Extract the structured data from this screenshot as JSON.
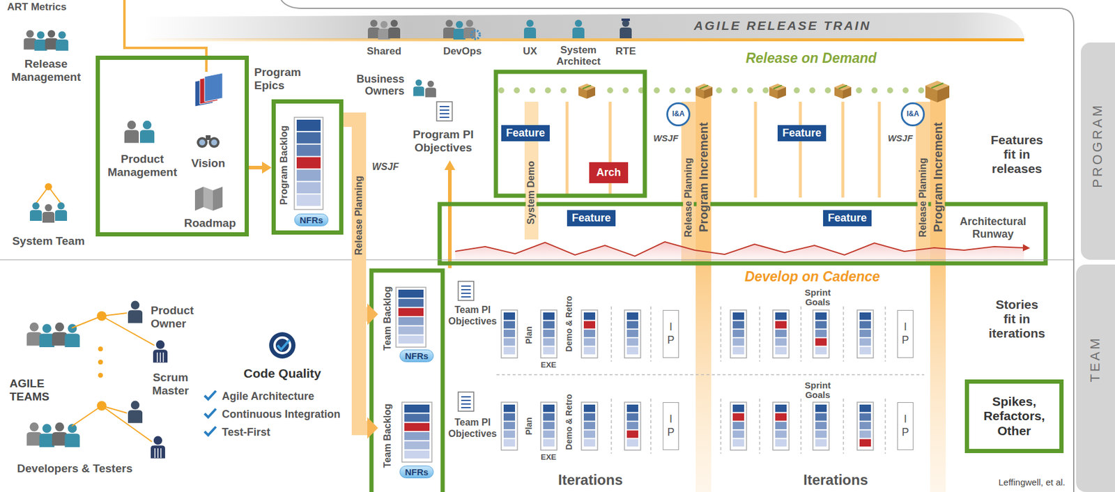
{
  "diagram": {
    "nodes": [
      {
        "text": [
          "Product Management",
          "Vision",
          "Roadmap"
        ]
      },
      {
        "text": [
          "Program Backlog"
        ]
      },
      {
        "text": [
          "NFRs"
        ],
        "in": 1
      },
      {
        "text": [
          "Feature"
        ]
      },
      {
        "text": [
          "Arch"
        ]
      },
      {
        "text": [
          "I&A"
        ]
      },
      {
        "text": [
          "Feature"
        ]
      },
      {
        "text": [
          "I&A"
        ]
      },
      {
        "text": [
          "PROGRAM"
        ]
      },
      {
        "text": [
          "Feature"
        ]
      },
      {
        "text": [
          "Feature"
        ]
      },
      {
        "text": [
          "TEAM"
        ]
      },
      {
        "text": [
          "Team Backlog"
        ]
      },
      {
        "text": [
          "NFRs"
        ],
        "in": 12
      },
      {
        "text": [
          "IP"
        ]
      },
      {
        "text": [
          "IP"
        ]
      },
      {
        "text": [
          "Spikes, Refactors, Other"
        ]
      },
      {
        "text": [
          "Team Backlog"
        ]
      },
      {
        "text": [
          "NFRs"
        ],
        "in": 17
      },
      {
        "text": [
          "IP"
        ]
      },
      {
        "text": [
          "IP"
        ]
      }
    ],
    "edges": [
      {
        "from": 0,
        "to": 1,
        "arrow": "to"
      },
      {
        "from": 1,
        "to": 12,
        "label": "Release Planning",
        "arrow": "to"
      },
      {
        "from": 1,
        "to": 17,
        "arrow": "to"
      }
    ],
    "labels": [
      "ART Metrics",
      "AGILE RELEASE TRAIN",
      "Shared",
      "DevOps",
      "UX",
      "System Architect",
      "RTE",
      "Release Management",
      "Program Epics",
      "Business Owners",
      "Release on Demand",
      "Program PI Objectives",
      "WSJF",
      "WSJF",
      "WSJF",
      "Features fit in releases",
      "System Demo",
      "Release Planning",
      "Program Increment",
      "Release Planning",
      "Program Increment",
      "Architectural Runway",
      "System Team",
      "Develop on Cadence",
      "Sprint Goals",
      "Team PI Objectives",
      "Product Owner",
      "Stories fit in iterations",
      "Plan",
      "Demo & Retro",
      "EXE",
      "Code Quality",
      "Scrum Master",
      "AGILE TEAMS",
      "Agile Architecture",
      "Continuous Integration",
      "Test-First",
      "Sprint Goals",
      "Team PI Objectives",
      "Plan",
      "Demo & Retro",
      "EXE",
      "Developers & Testers",
      "Iterations",
      "Iterations",
      "Leffingwell, et al."
    ]
  }
}
